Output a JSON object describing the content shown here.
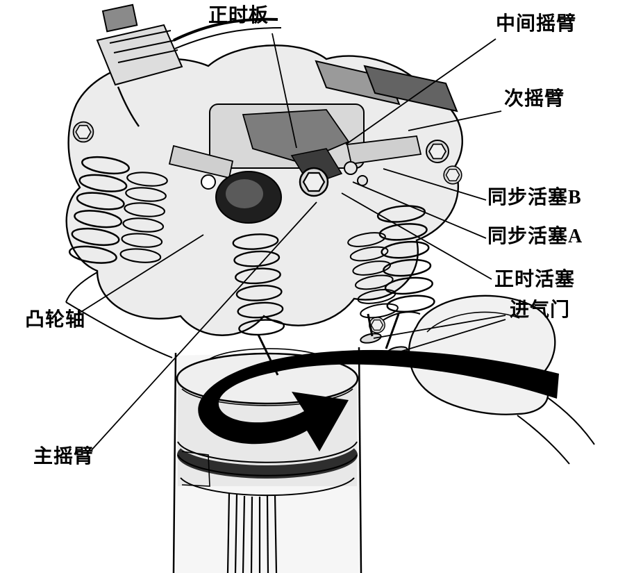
{
  "figure": {
    "kind": "engine-valvetrain-cutaway-diagram"
  },
  "labels": {
    "timing_plate": "正时板",
    "middle_rocker": "中间摇臂",
    "secondary_rocker": "次摇臂",
    "sync_piston_b": "同步活塞B",
    "sync_piston_a": "同步活塞A",
    "timing_piston": "正时活塞",
    "intake_valve": "进气门",
    "camshaft": "凸轮轴",
    "main_rocker": "主摇臂"
  },
  "colors": {
    "paper": "#ffffff",
    "ink": "#000000",
    "fill_light": "#ececec",
    "fill_mid": "#bdbdbd",
    "fill_dark": "#5f5f5f",
    "opening_dark": "#1f1f1f",
    "arrow": "#000000"
  }
}
